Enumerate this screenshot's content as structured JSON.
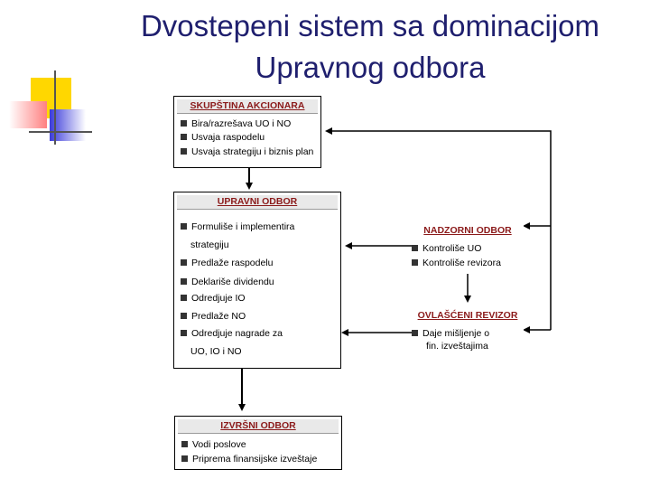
{
  "title": {
    "line1": "Dvostepeni sistem sa dominacijom",
    "line2": "Upravnog odbora"
  },
  "skupstina": {
    "header": "SKUPŠTINA AKCIONARA",
    "items": [
      "Bira/razrešava UO i NO",
      "Usvaja raspodelu",
      "Usvaja strategiju i biznis plan"
    ]
  },
  "upravni": {
    "header": "UPRAVNI ODBOR",
    "items": [
      "Formuliše i implementira",
      "strategiju",
      "Predlaže raspodelu",
      "Deklariše dividendu",
      "Odredjuje IO",
      "Predlaže NO",
      "Odredjuje nagrade za",
      "UO, IO i NO"
    ]
  },
  "nadzorni": {
    "header": "NADZORNI ODBOR",
    "items": [
      "Kontroliše UO",
      "Kontroliše revizora"
    ]
  },
  "ovlasceni": {
    "header": "OVLAŠĆENI REVIZOR",
    "items": [
      "Daje mišljenje o",
      "fin. izveštajima"
    ]
  },
  "izvrsni": {
    "header": "IZVRŠNI ODBOR",
    "items": [
      "Vodi poslove",
      "Priprema finansijske izveštaje"
    ]
  },
  "colors": {
    "title": "#1f1f6e",
    "header_text": "#8b1a1a",
    "deco_yellow": "#ffd700",
    "deco_pink": "#ff8080",
    "deco_blue": "#3b3bd9"
  }
}
